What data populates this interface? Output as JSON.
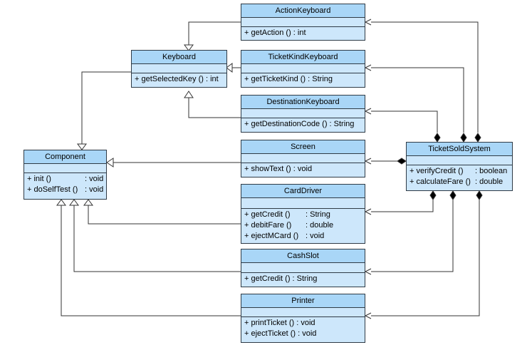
{
  "classes": {
    "action_keyboard": {
      "name": "ActionKeyboard",
      "ops": [
        "+ getAction () : int"
      ]
    },
    "keyboard": {
      "name": "Keyboard",
      "ops": [
        "+ getSelectedKey () : int"
      ]
    },
    "ticketkind_keyboard": {
      "name": "TicketKindKeyboard",
      "ops": [
        "+ getTicketKind () : String"
      ]
    },
    "destination_keyboard": {
      "name": "DestinationKeyboard",
      "ops": [
        "+ getDestinationCode () : String"
      ]
    },
    "component": {
      "name": "Component",
      "ops": [
        {
          "sig": "+ init ()",
          "type": ": void"
        },
        {
          "sig": "+ doSelfTest ()",
          "type": ": void"
        }
      ]
    },
    "screen": {
      "name": "Screen",
      "ops": [
        "+ showText () : void"
      ]
    },
    "ticketsoldsystem": {
      "name": "TicketSoldSystem",
      "ops": [
        {
          "sig": "+ verifyCredit ()",
          "type": ": boolean"
        },
        {
          "sig": "+ calculateFare ()",
          "type": ": double"
        }
      ]
    },
    "carddriver": {
      "name": "CardDriver",
      "ops": [
        {
          "sig": "+ getCredit ()",
          "type": ": String"
        },
        {
          "sig": "+ debitFare ()",
          "type": ": double"
        },
        {
          "sig": "+ ejectMCard ()",
          "type": ": void"
        }
      ]
    },
    "cashslot": {
      "name": "CashSlot",
      "ops": [
        "+ getCredit () : String"
      ]
    },
    "printer": {
      "name": "Printer",
      "ops": [
        "+ printTicket () : void",
        "+ ejectTicket () : void"
      ]
    }
  },
  "colors": {
    "header": "#a9d6f7",
    "body": "#cde7fb",
    "border": "#2f3b46",
    "line": "#333333"
  }
}
